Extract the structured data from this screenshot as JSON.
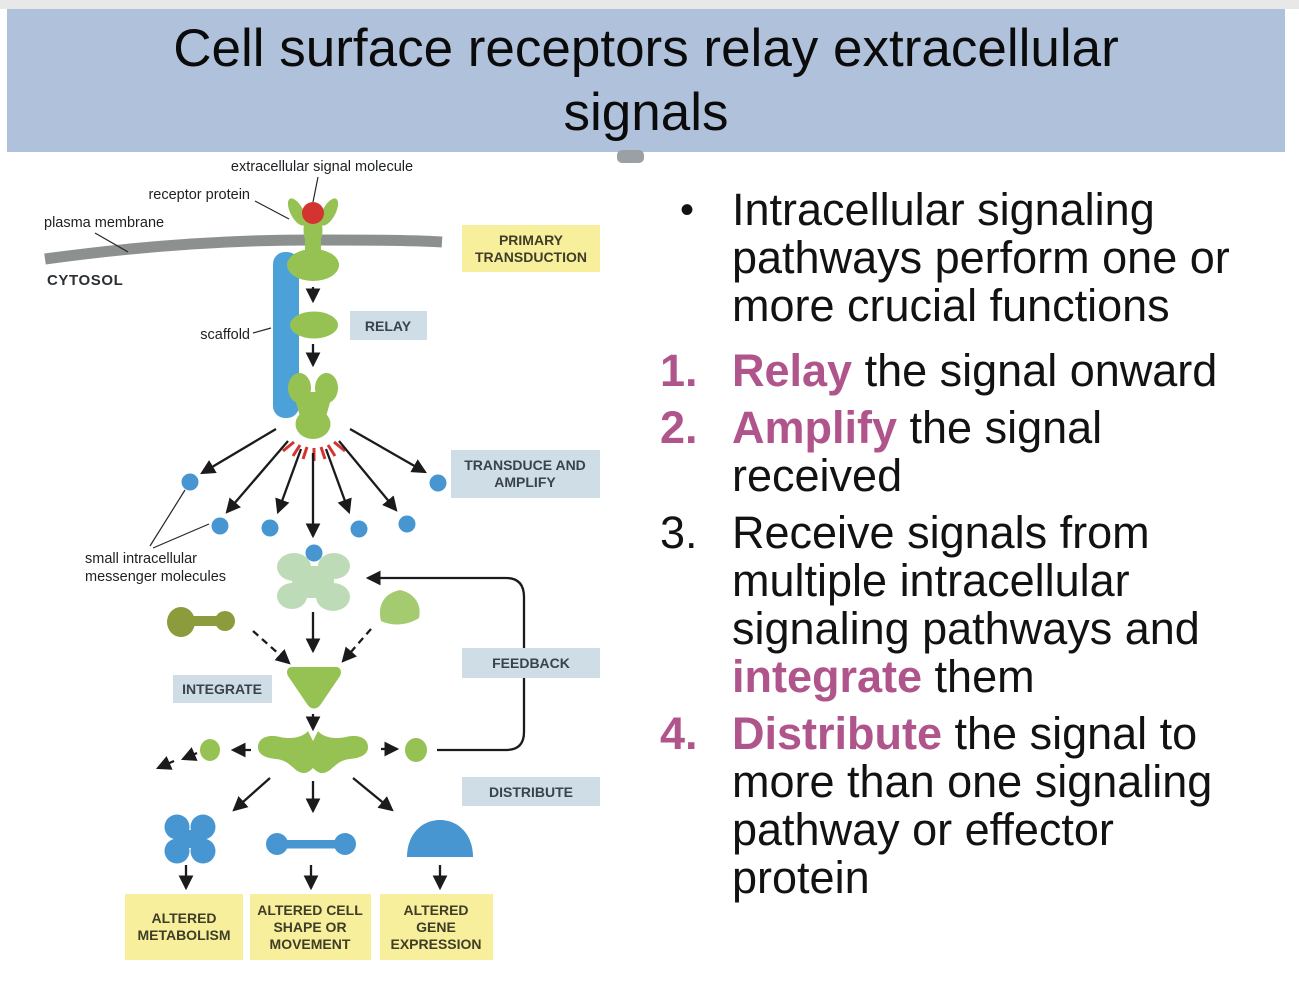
{
  "title": {
    "line1": "Cell surface receptors relay extracellular",
    "line2": "signals"
  },
  "colors": {
    "title_bg": "#b0c1dc",
    "accent_magenta": "#b0548c",
    "green": "#96c253",
    "light_green": "#bedbb8",
    "olive": "#8c9c3c",
    "blue": "#4796d2",
    "scaffold_blue": "#4ba1d8",
    "red": "#d43430",
    "membrane_gray": "#8c9190",
    "yellow_box": "#f8ef9d",
    "bluegray_box": "#cfdde6"
  },
  "diagram": {
    "labels": {
      "extracellular": "extracellular signal molecule",
      "receptor": "receptor protein",
      "membrane": "plasma membrane",
      "cytosol": "CYTOSOL",
      "scaffold": "scaffold",
      "messengers": [
        "small intracellular",
        "messenger molecules"
      ]
    },
    "boxes": {
      "primary": {
        "lines": [
          "PRIMARY",
          "TRANSDUCTION"
        ]
      },
      "relay": {
        "lines": [
          "RELAY"
        ]
      },
      "transduce": {
        "lines": [
          "TRANSDUCE AND",
          "AMPLIFY"
        ]
      },
      "integrate": {
        "lines": [
          "INTEGRATE"
        ]
      },
      "feedback": {
        "lines": [
          "FEEDBACK"
        ]
      },
      "distribute": {
        "lines": [
          "DISTRIBUTE"
        ]
      },
      "altered_metabolism": {
        "lines": [
          "ALTERED",
          "METABOLISM"
        ]
      },
      "altered_cell": {
        "lines": [
          "ALTERED CELL",
          "SHAPE OR",
          "MOVEMENT"
        ]
      },
      "altered_gene": {
        "lines": [
          "ALTERED",
          "GENE",
          "EXPRESSION"
        ]
      }
    }
  },
  "content": {
    "bullet": {
      "marker": "•",
      "text": "Intracellular signaling\npathways perform one or\nmore crucial functions"
    },
    "items": [
      {
        "number": "1.",
        "number_style": "accent",
        "segments": [
          {
            "text": "Relay",
            "style": "accent"
          },
          {
            "text": " the signal onward",
            "style": "normal"
          }
        ]
      },
      {
        "number": "2.",
        "number_style": "accent",
        "segments": [
          {
            "text": "Amplify",
            "style": "accent"
          },
          {
            "text": " the signal\nreceived",
            "style": "normal"
          }
        ]
      },
      {
        "number": "3.",
        "number_style": "normal",
        "segments": [
          {
            "text": "Receive signals from\nmultiple intracellular\nsignaling pathways and\n",
            "style": "normal"
          },
          {
            "text": "integrate",
            "style": "accent"
          },
          {
            "text": " them",
            "style": "normal"
          }
        ]
      },
      {
        "number": "4.",
        "number_style": "accent",
        "segments": [
          {
            "text": "Distribute",
            "style": "accent"
          },
          {
            "text": " the signal to\nmore than one signaling\npathway or effector\nprotein",
            "style": "normal"
          }
        ]
      }
    ]
  }
}
